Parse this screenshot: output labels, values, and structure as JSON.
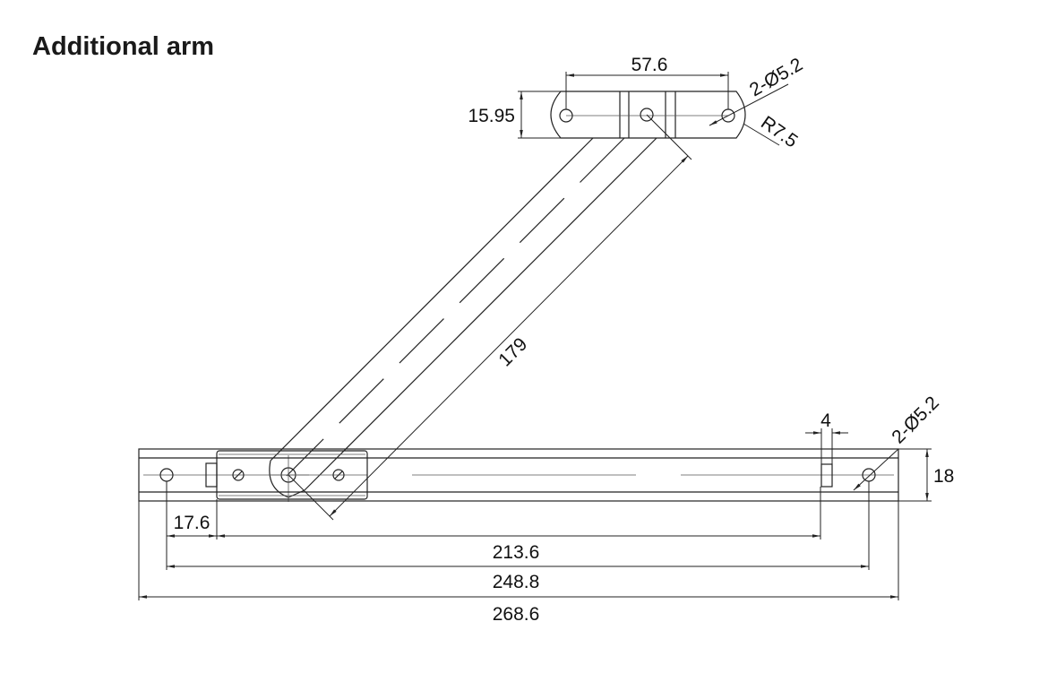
{
  "title": "Additional arm",
  "dimensions": {
    "bracket_hole_spacing": "57.6",
    "bracket_height": "15.95",
    "bracket_holes": "2-Ø5.2",
    "bracket_radius": "R7.5",
    "arm_length": "179",
    "slot_width": "4",
    "rail_height": "18",
    "rail_holes": "2-Ø5.2",
    "hole_to_carrier": "17.6",
    "carrier_to_slot": "213.6",
    "hole_spacing": "248.8",
    "overall_length": "268.6"
  }
}
